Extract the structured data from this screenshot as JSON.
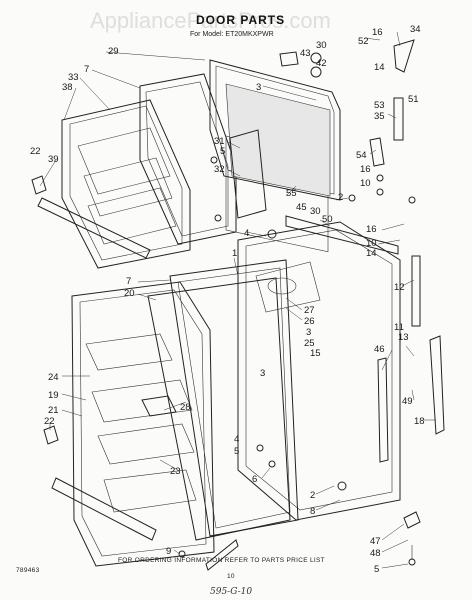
{
  "watermark": "AppliancePartsPros.com",
  "title": "DOOR PARTS",
  "subtitle": "For Model: ET20MKXPWR",
  "footer_note": "FOR ORDERING INFORMATION REFER TO PARTS PRICE LIST",
  "page_number": "10",
  "diagram_code": "789463",
  "handwritten_note": "595-G-10",
  "callouts": [
    {
      "id": "c1",
      "text": "16"
    },
    {
      "id": "c2",
      "text": "34"
    },
    {
      "id": "c3",
      "text": "52"
    },
    {
      "id": "c4",
      "text": "30"
    },
    {
      "id": "c5",
      "text": "43"
    },
    {
      "id": "c6",
      "text": "42"
    },
    {
      "id": "c7",
      "text": "29"
    },
    {
      "id": "c8",
      "text": "7"
    },
    {
      "id": "c9",
      "text": "33"
    },
    {
      "id": "c10",
      "text": "38"
    },
    {
      "id": "c11",
      "text": "3"
    },
    {
      "id": "c12",
      "text": "14"
    },
    {
      "id": "c13",
      "text": "51"
    },
    {
      "id": "c14",
      "text": "53"
    },
    {
      "id": "c15",
      "text": "35"
    },
    {
      "id": "c16",
      "text": "31"
    },
    {
      "id": "c17",
      "text": "5"
    },
    {
      "id": "c18",
      "text": "32"
    },
    {
      "id": "c19",
      "text": "22"
    },
    {
      "id": "c20",
      "text": "39"
    },
    {
      "id": "c21",
      "text": "54"
    },
    {
      "id": "c22",
      "text": "16"
    },
    {
      "id": "c23",
      "text": "10"
    },
    {
      "id": "c24",
      "text": "55"
    },
    {
      "id": "c25",
      "text": "2"
    },
    {
      "id": "c26",
      "text": "45"
    },
    {
      "id": "c27",
      "text": "30"
    },
    {
      "id": "c28",
      "text": "50"
    },
    {
      "id": "c29",
      "text": "4"
    },
    {
      "id": "c30",
      "text": "16"
    },
    {
      "id": "c31",
      "text": "10"
    },
    {
      "id": "c32",
      "text": "14"
    },
    {
      "id": "c33",
      "text": "1"
    },
    {
      "id": "c34",
      "text": "7"
    },
    {
      "id": "c35",
      "text": "20"
    },
    {
      "id": "c36",
      "text": "12"
    },
    {
      "id": "c37",
      "text": "27"
    },
    {
      "id": "c38",
      "text": "26"
    },
    {
      "id": "c39",
      "text": "3"
    },
    {
      "id": "c40",
      "text": "11"
    },
    {
      "id": "c41",
      "text": "25"
    },
    {
      "id": "c42",
      "text": "15"
    },
    {
      "id": "c43",
      "text": "13"
    },
    {
      "id": "c44",
      "text": "46"
    },
    {
      "id": "c45",
      "text": "24"
    },
    {
      "id": "c46",
      "text": "19"
    },
    {
      "id": "c47",
      "text": "21"
    },
    {
      "id": "c48",
      "text": "22"
    },
    {
      "id": "c49",
      "text": "3"
    },
    {
      "id": "c50",
      "text": "28"
    },
    {
      "id": "c51",
      "text": "49"
    },
    {
      "id": "c52",
      "text": "4"
    },
    {
      "id": "c53",
      "text": "5"
    },
    {
      "id": "c54",
      "text": "23"
    },
    {
      "id": "c55",
      "text": "18"
    },
    {
      "id": "c56",
      "text": "6"
    },
    {
      "id": "c57",
      "text": "2"
    },
    {
      "id": "c58",
      "text": "8"
    },
    {
      "id": "c59",
      "text": "9"
    },
    {
      "id": "c60",
      "text": "47"
    },
    {
      "id": "c61",
      "text": "48"
    },
    {
      "id": "c62",
      "text": "5"
    }
  ]
}
